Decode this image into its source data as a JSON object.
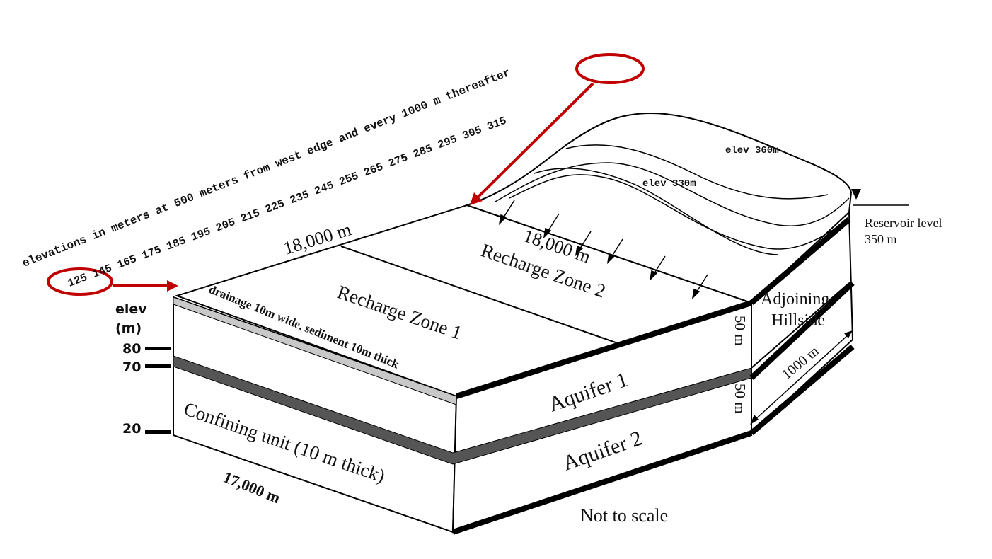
{
  "header": {
    "elevations_note": "elevations in meters at 500 meters from west edge and every 1000 m thereafter",
    "elevation_values": "125 145 165 175 185 195 205 215 225 235 245 255 265 275 285 295 305 315",
    "first_elevation": "125",
    "last_elevation": "315"
  },
  "hillside": {
    "elev_360": "elev 360m",
    "elev_330": "elev 330m",
    "reservoir_label": "Reservoir level",
    "reservoir_value": "350 m",
    "adjoining": "Adjoining",
    "hillside": "Hillside",
    "width": "1000 m"
  },
  "top_surface": {
    "length_west": "18,000 m",
    "length_east": "18,000 m",
    "zone_1": "Recharge Zone 1",
    "zone_2": "Recharge Zone 2",
    "drainage": "drainage 10m wide, sediment 10m thick"
  },
  "layers": {
    "aquifer_1": "Aquifer 1",
    "aquifer_2": "Aquifer 2",
    "confining": "Confining unit (10 m thick)",
    "thickness_1": "50 m",
    "thickness_2": "50 m",
    "depth": "17,000 m"
  },
  "elevation_scale": {
    "title": "elev",
    "unit": "(m)",
    "ticks": [
      "80",
      "70",
      "20"
    ]
  },
  "footer": {
    "scale_note": "Not to scale"
  },
  "colors": {
    "arrow_red": "#c00000",
    "drainage_fill": "#c8c8c8",
    "confining_fill": "#555555",
    "line": "#000000"
  }
}
